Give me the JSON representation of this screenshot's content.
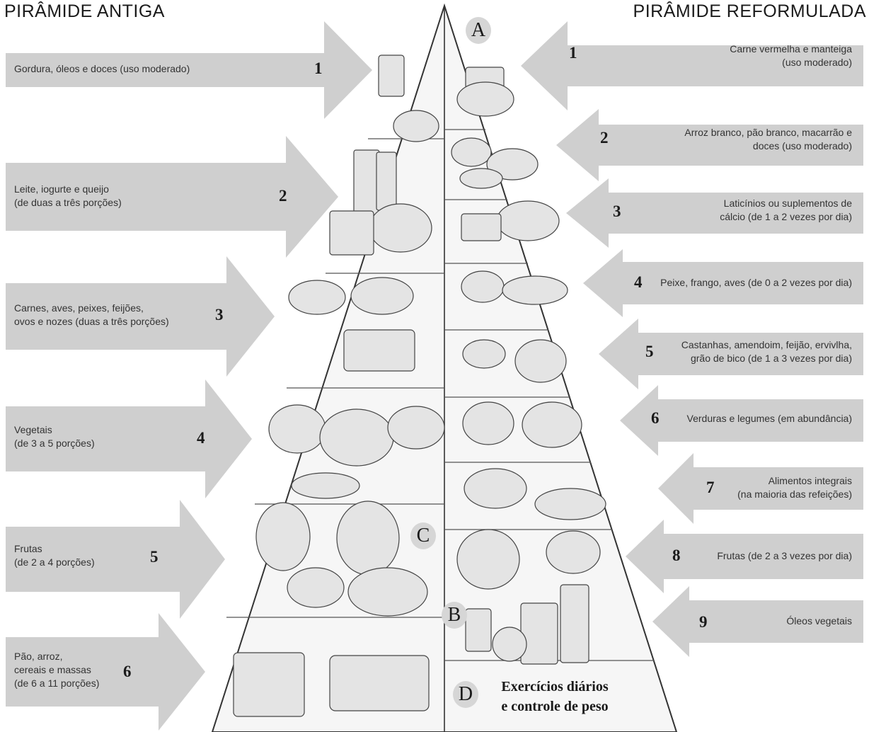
{
  "headings": {
    "old": "PIRÂMIDE ANTIGA",
    "new": "PIRÂMIDE REFORMULADA"
  },
  "old_pyramid": [
    {
      "number": "1",
      "label": "Gordura, óleos e doces (uso moderado)"
    },
    {
      "number": "2",
      "label": "Leite, iogurte e queijo\n(de duas a três porções)"
    },
    {
      "number": "3",
      "label": "Carnes, aves, peixes, feijões,\novos e nozes (duas a três porções)"
    },
    {
      "number": "4",
      "label": "Vegetais\n(de 3 a 5 porções)"
    },
    {
      "number": "5",
      "label": "Frutas\n(de 2 a 4 porções)"
    },
    {
      "number": "6",
      "label": "Pão, arroz,\ncereais e massas\n(de 6 a 11 porções)"
    }
  ],
  "new_pyramid": [
    {
      "number": "1",
      "label": "Carne vermelha e manteiga\n(uso moderado)"
    },
    {
      "number": "2",
      "label": "Arroz branco, pão branco, macarrão e\ndoces (uso moderado)"
    },
    {
      "number": "3",
      "label": "Laticínios ou suplementos de\ncálcio (de 1 a 2 vezes por dia)"
    },
    {
      "number": "4",
      "label": "Peixe, frango, aves (de 0 a 2 vezes por dia)"
    },
    {
      "number": "5",
      "label": "Castanhas, amendoim, feijão, ervivlha,\ngrão de bico (de 1 a 3 vezes por dia)"
    },
    {
      "number": "6",
      "label": "Verduras e legumes (em abundância)"
    },
    {
      "number": "7",
      "label": "Alimentos integrais\n(na maioria das refeições)"
    },
    {
      "number": "8",
      "label": "Frutas (de 2 a 3 vezes por dia)"
    },
    {
      "number": "9",
      "label": "Óleos vegetais"
    }
  ],
  "markers": {
    "a": "A",
    "b": "B",
    "c": "C",
    "d": "D"
  },
  "exercise": "Exercícios diários\ne controle de peso",
  "colors": {
    "arrow": "#cfcfcf",
    "line": "#333333",
    "badge": "#d6d6d6",
    "background": "#ffffff"
  }
}
